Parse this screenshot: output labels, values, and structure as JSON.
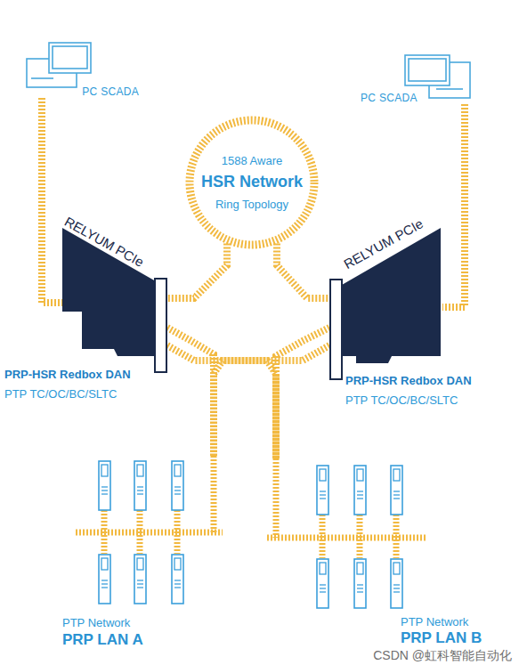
{
  "diagram": {
    "nodes": [
      {
        "text": [
          "PC SCADA"
        ]
      },
      {
        "text": [
          "PC SCADA"
        ]
      },
      {
        "text": [
          "1588 Aware",
          "HSR Network",
          "Ring Topology"
        ]
      },
      {
        "text": [
          "RELYUM PCIe",
          "PRP-HSR Redbox DAN",
          "PTP TC/OC/BC/SLTC"
        ]
      },
      {
        "text": [
          "RELYUM PCIe",
          "PRP-HSR Redbox DAN",
          "PTP TC/OC/BC/SLTC"
        ]
      },
      {
        "text": [
          "PTP Network",
          "PRP LAN A"
        ]
      },
      {
        "text": [
          "PTP Network",
          "PRP LAN B"
        ]
      }
    ],
    "edges": [
      {
        "from": 0,
        "to": 3,
        "arrow": "none"
      },
      {
        "from": 1,
        "to": 4,
        "arrow": "none"
      },
      {
        "from": 2,
        "to": 3,
        "arrow": "none"
      },
      {
        "from": 2,
        "to": 4,
        "arrow": "none"
      },
      {
        "from": 3,
        "to": 5,
        "arrow": "none"
      },
      {
        "from": 3,
        "to": 6,
        "arrow": "none"
      },
      {
        "from": 4,
        "to": 5,
        "arrow": "none"
      },
      {
        "from": 4,
        "to": 6,
        "arrow": "none"
      }
    ],
    "labels": [
      "CSDN @虹科智能自动化"
    ]
  }
}
